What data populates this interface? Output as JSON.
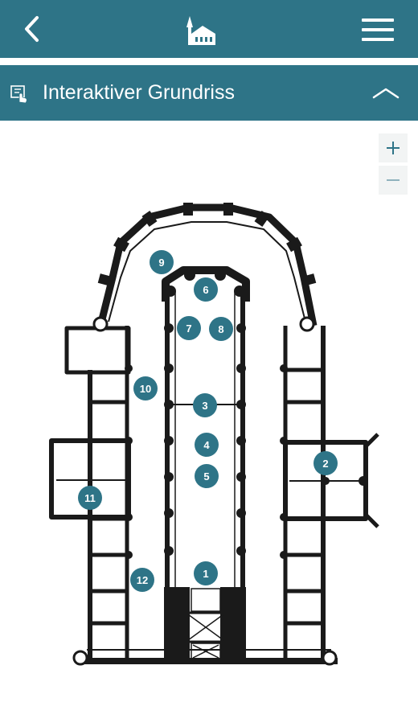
{
  "header": {
    "back_icon": "chevron-left-icon",
    "logo_icon": "church-icon",
    "menu_icon": "hamburger-menu-icon"
  },
  "section": {
    "icon": "floorplan-touch-icon",
    "title": "Interaktiver Grundriss",
    "collapse_icon": "chevron-up-icon"
  },
  "zoom": {
    "in_label": "+",
    "out_label": "−"
  },
  "markers": [
    {
      "label": "1"
    },
    {
      "label": "2"
    },
    {
      "label": "3"
    },
    {
      "label": "4"
    },
    {
      "label": "5"
    },
    {
      "label": "6"
    },
    {
      "label": "7"
    },
    {
      "label": "8"
    },
    {
      "label": "9"
    },
    {
      "label": "10"
    },
    {
      "label": "11"
    },
    {
      "label": "12"
    }
  ],
  "colors": {
    "primary": "#2e7487",
    "plan_line": "#1a1a1a",
    "zoom_bg": "#f2f4f4"
  }
}
